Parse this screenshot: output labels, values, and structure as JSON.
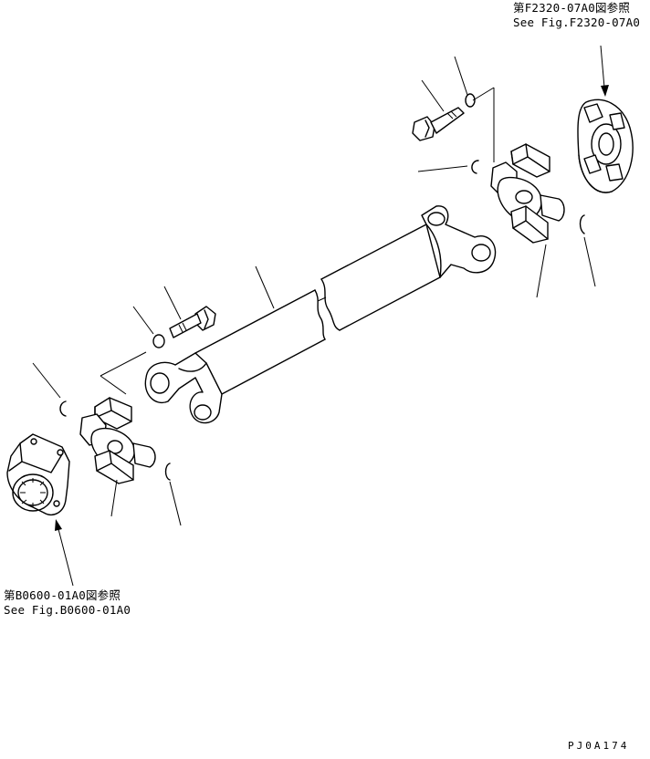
{
  "references": {
    "top": {
      "line1": "第F2320-07A0図参照",
      "line2": "See Fig.F2320-07A0"
    },
    "bottom": {
      "line1": "第B0600-01A0図参照",
      "line2": "See Fig.B0600-01A0"
    }
  },
  "figure_code": "PJ0A174"
}
